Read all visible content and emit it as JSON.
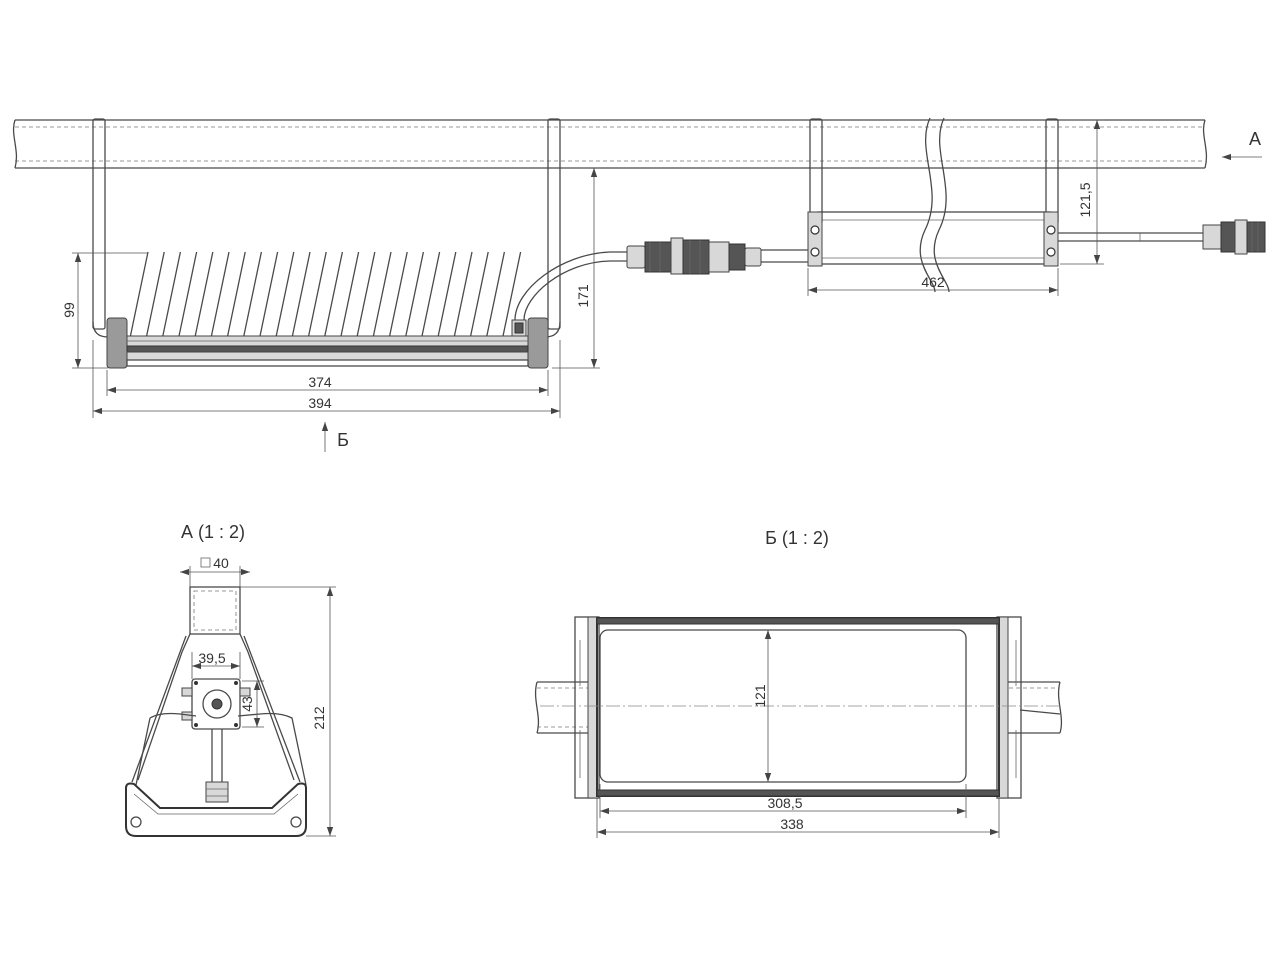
{
  "drawing": {
    "dimensions": {
      "height_99": "99",
      "length_374": "374",
      "length_394": "394",
      "height_171": "171",
      "height_121_5": "121,5",
      "length_462": "462",
      "square_40": "40",
      "width_39_5": "39,5",
      "height_43": "43",
      "height_212": "212",
      "width_121": "121",
      "length_308_5": "308,5",
      "length_338": "338"
    },
    "view_arrows": {
      "a": "А",
      "b": "Б"
    },
    "view_titles": {
      "a": "А (1 : 2)",
      "b": "Б (1 : 2)"
    }
  }
}
